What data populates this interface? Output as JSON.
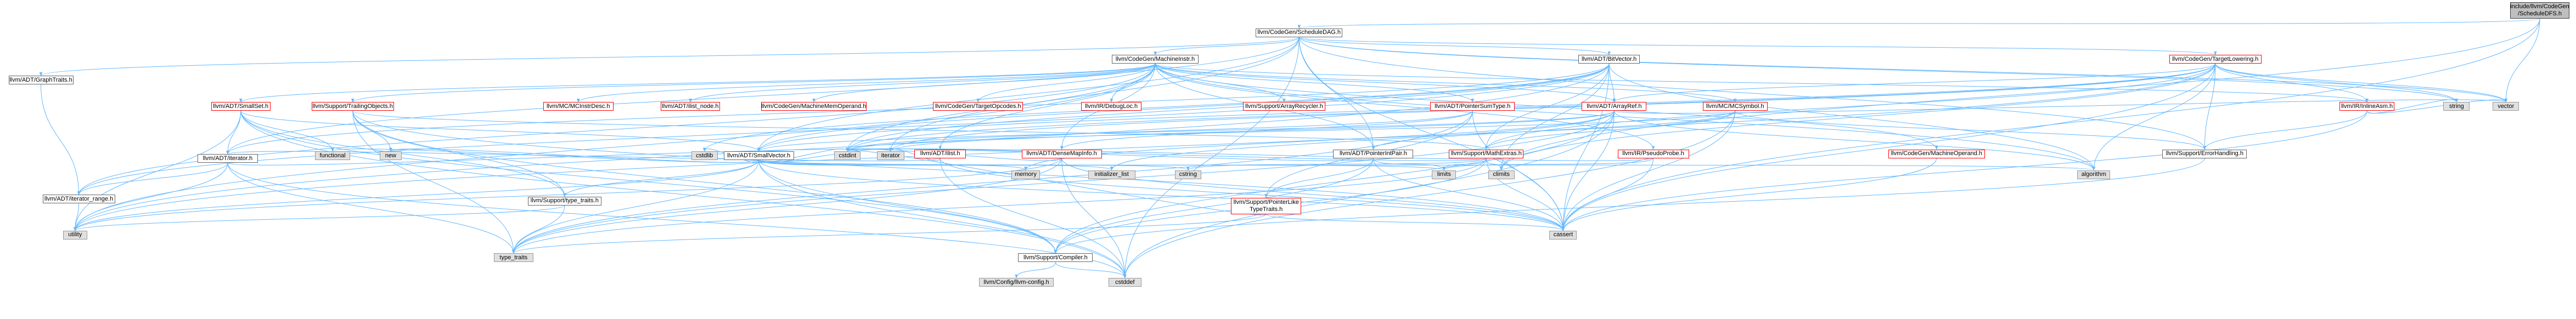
{
  "colors": {
    "edge": "#63b8ff",
    "edge_gray": "#a0a0a0",
    "node_border": "#666666",
    "node_border_incomplete": "#ff0000",
    "system_header_fill": "#e0e0e0",
    "root_fill": "#bfbfbf"
  },
  "nodes": {
    "root": {
      "line1": "include/llvm/CodeGen",
      "line2": "/ScheduleDFS.h"
    },
    "scheduledag": "llvm/CodeGen/ScheduleDAG.h",
    "graphtraits": "llvm/ADT/GraphTraits.h",
    "machineinstr": "llvm/CodeGen/MachineInstr.h",
    "bitvector": "llvm/ADT/BitVector.h",
    "targetlowering": "llvm/CodeGen/TargetLowering.h",
    "smallset": "llvm/ADT/SmallSet.h",
    "trailingobjects": "llvm/Support/TrailingObjects.h",
    "mcinstrdesc": "llvm/MC/MCInstrDesc.h",
    "ilistnode": "llvm/ADT/ilist_node.h",
    "machinememoperand": "llvm/CodeGen/MachineMemOperand.h",
    "targetopcodes": "llvm/CodeGen/TargetOpcodes.h",
    "debugloc": "llvm/IR/DebugLoc.h",
    "arrayrecycler": "llvm/Support/ArrayRecycler.h",
    "pointersumtype": "llvm/ADT/PointerSumType.h",
    "arrayref": "llvm/ADT/ArrayRef.h",
    "mcsymbol": "llvm/MC/MCSymbol.h",
    "inlineasm": "llvm/IR/InlineAsm.h",
    "adtiterator": "llvm/ADT/iterator.h",
    "smallvector": "llvm/ADT/SmallVector.h",
    "ilist": "llvm/ADT/ilist.h",
    "densemapinfo": "llvm/ADT/DenseMapInfo.h",
    "pointerintpair": "llvm/ADT/PointerIntPair.h",
    "mathextras": "llvm/Support/MathExtras.h",
    "pseudoprobe": "llvm/IR/PseudoProbe.h",
    "machineoperand": "llvm/CodeGen/MachineOperand.h",
    "errorhandling": "llvm/Support/ErrorHandling.h",
    "iteratorrange": "llvm/ADT/iterator_range.h",
    "typetraits_llvm": "llvm/Support/type_traits.h",
    "pointerliketypetraits": {
      "line1": "llvm/Support/PointerLike",
      "line2": "TypeTraits.h"
    },
    "compiler": "llvm/Support/Compiler.h",
    "llvmconfig": "llvm/Config/llvm-config.h",
    "cstddef": "cstddef",
    "functional": "functional",
    "new": "new",
    "cstdlib": "cstdlib",
    "cstdint": "cstdint",
    "iterator": "iterator",
    "memory": "memory",
    "initializer_list": "initializer_list",
    "cstring": "cstring",
    "limits": "limits",
    "climits": "climits",
    "algorithm": "algorithm",
    "string": "string",
    "vector": "vector",
    "cassert": "cassert",
    "utility": "utility",
    "type_traits": "type_traits"
  }
}
